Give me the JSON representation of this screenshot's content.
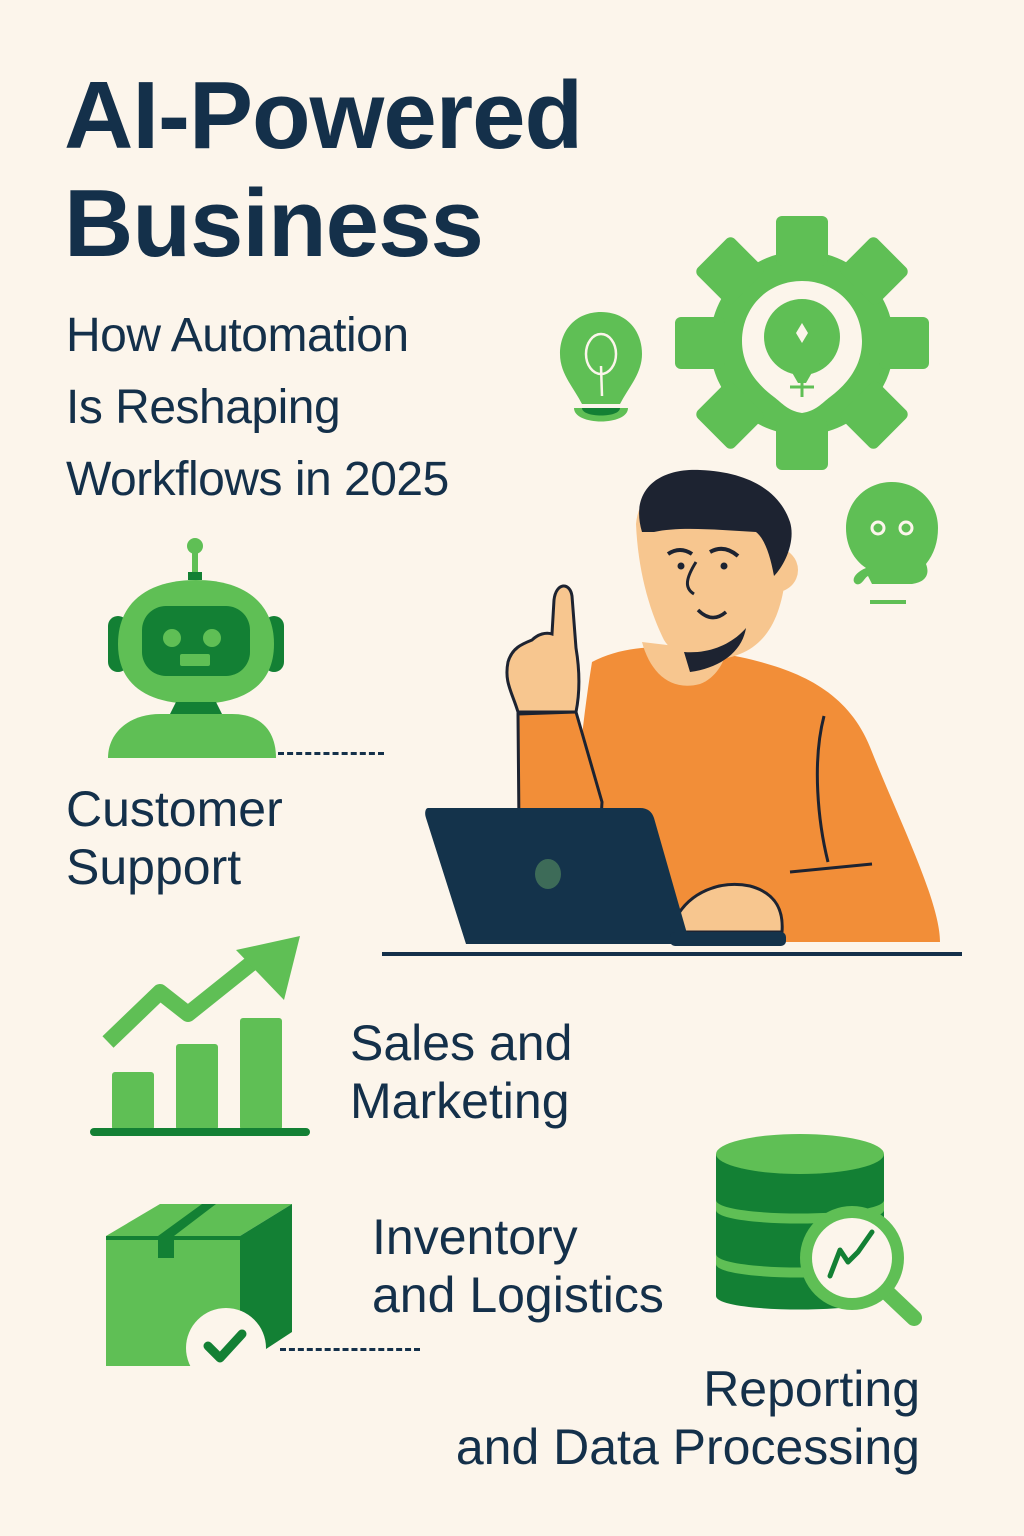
{
  "header": {
    "title_lines": [
      "AI-Powered",
      "Business"
    ],
    "subtitle_lines": [
      "How Automation",
      "Is Reshaping",
      "Workflows in 2025"
    ]
  },
  "sections": [
    {
      "id": "customer-support",
      "icon": "robot-icon",
      "lines": [
        "Customer",
        "Support"
      ]
    },
    {
      "id": "sales-marketing",
      "icon": "growth-chart-icon",
      "lines": [
        "Sales and",
        "Marketing"
      ]
    },
    {
      "id": "inventory-logistics",
      "icon": "package-check-icon",
      "lines": [
        "Inventory",
        "and Logistics"
      ]
    },
    {
      "id": "reporting-data",
      "icon": "database-search-icon",
      "lines": [
        "Reporting",
        "and Data Processing"
      ]
    }
  ],
  "illustration": {
    "figure": "person-pointing-with-laptop",
    "decor_icons": [
      "lightbulb-icon",
      "gear-lightbulb-icon",
      "chat-bot-bubble-icon"
    ]
  },
  "colors": {
    "background": "#fcf5eb",
    "text": "#14304a",
    "green_light": "#5fbf55",
    "green_dark": "#138034",
    "orange": "#f28e38",
    "skin": "#f7c68f",
    "laptop": "#14334b"
  }
}
